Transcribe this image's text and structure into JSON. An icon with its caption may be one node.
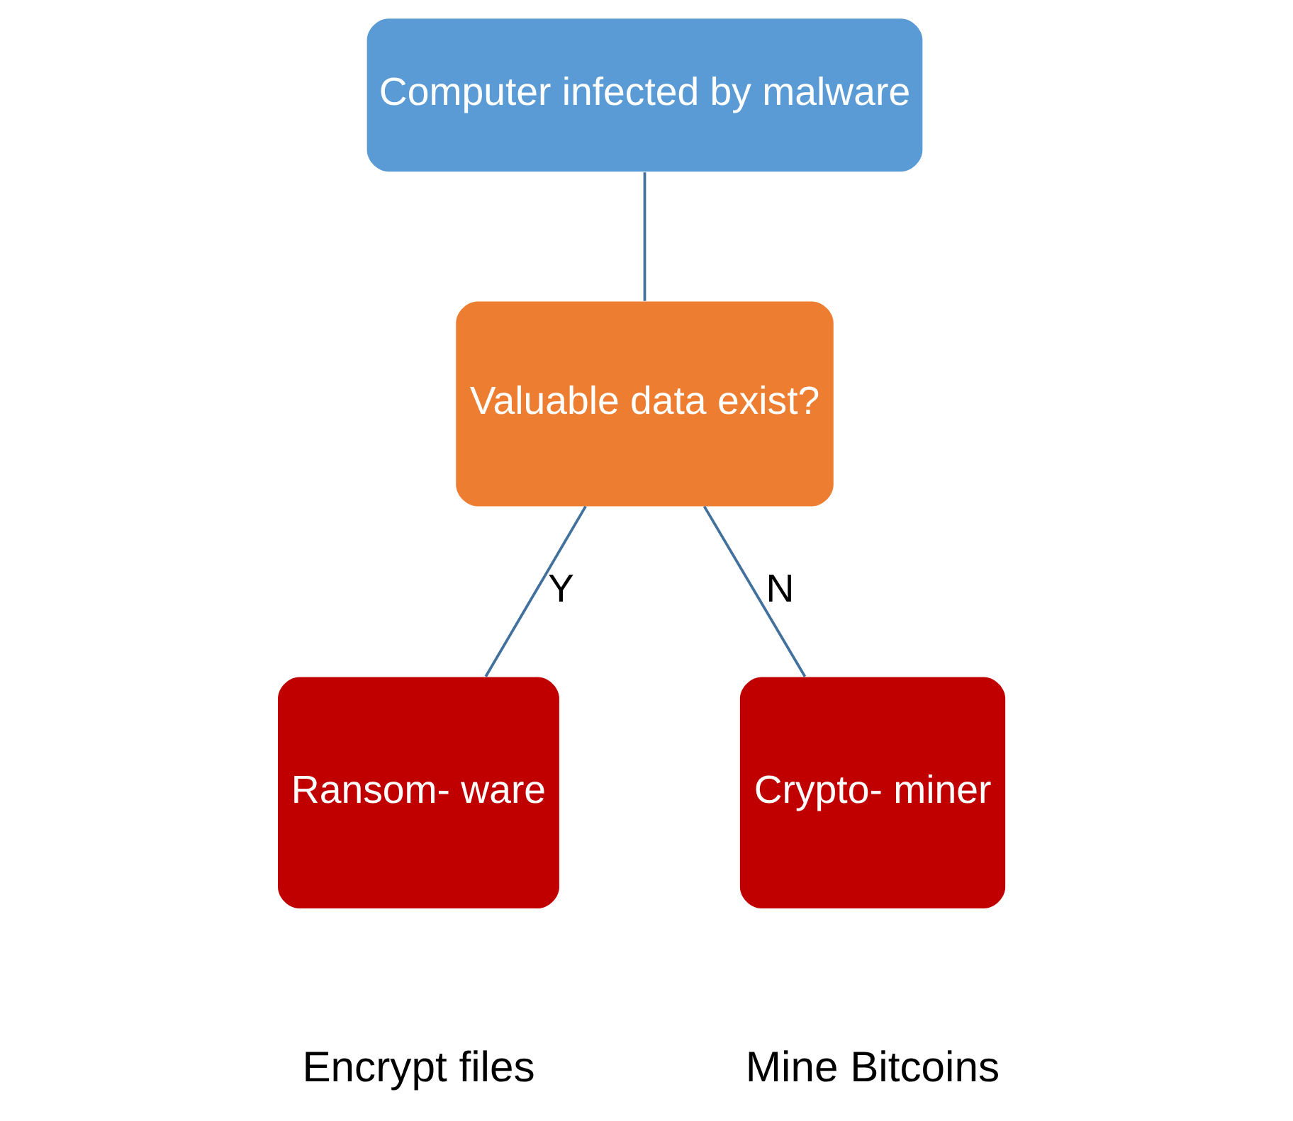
{
  "diagram": {
    "nodes": [
      {
        "text": [
          "Computer infected by malware"
        ]
      },
      {
        "text": [
          "Valuable data exist?"
        ]
      },
      {
        "text": [
          "Ransom- ware"
        ],
        "beside": [
          "Encrypt files"
        ]
      },
      {
        "text": [
          "Crypto- miner"
        ],
        "beside": [
          "Mine Bitcoins"
        ]
      }
    ],
    "edges": [
      {
        "from": 0,
        "to": 1,
        "arrow": "none"
      },
      {
        "from": 1,
        "to": 2,
        "arrow": "none",
        "label": "Y"
      },
      {
        "from": 1,
        "to": 3,
        "arrow": "none",
        "label": "N"
      }
    ]
  }
}
